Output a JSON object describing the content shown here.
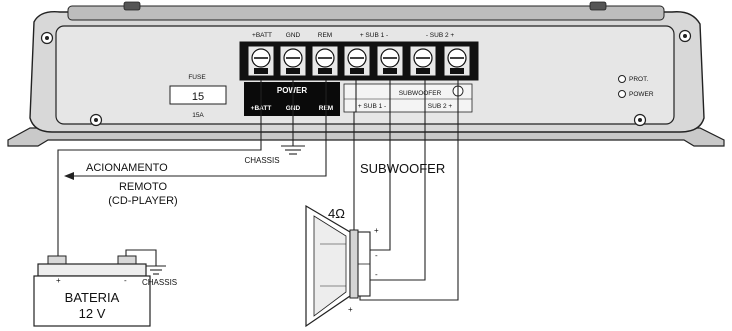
{
  "terminals": {
    "batt": "+BATT",
    "gnd": "GND",
    "rem": "REM",
    "sub1": "+ SUB 1 -",
    "sub2": "- SUB 2 +"
  },
  "fuse": {
    "label": "FUSE",
    "value": "15",
    "amps": "15A"
  },
  "power_block": {
    "title": "POWER",
    "batt": "+BATT",
    "gnd": "GND",
    "rem": "REM"
  },
  "subwoofer_block": {
    "title": "SUBWOOFER",
    "sub1": "+ SUB 1 -",
    "sub2": "SUB 2 +"
  },
  "indicators": {
    "prot": "PROT.",
    "power": "POWER"
  },
  "wiring": {
    "chassis_top": "CHASSIS",
    "remote_line1": "ACIONAMENTO",
    "remote_line2": "REMOTO",
    "remote_line3": "(CD-PLAYER)",
    "subwoofer_label": "SUBWOOFER",
    "impedance": "4Ω",
    "battery_line1": "BATERIA",
    "battery_line2": "12 V",
    "chassis_battery": "CHASSIS",
    "plus": "+",
    "minus": "-"
  }
}
